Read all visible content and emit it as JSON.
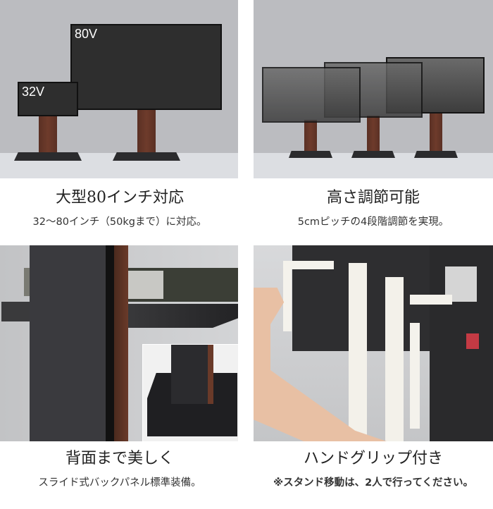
{
  "features": [
    {
      "title": "大型80インチ対応",
      "subtitle": "32〜80インチ（50kgまで）に対応。",
      "image": {
        "type": "illustration",
        "labels": [
          "32V",
          "80V"
        ]
      }
    },
    {
      "title": "高さ調節可能",
      "subtitle": "5cmピッチの4段階調節を実現。",
      "image": {
        "type": "illustration",
        "tv_positions": 3
      }
    },
    {
      "title": "背面まで美しく",
      "subtitle": "スライド式バックパネル標準装備。",
      "image": {
        "type": "photo",
        "description": "back panel with shelf and cable management, inset of base"
      }
    },
    {
      "title": "ハンドグリップ付き",
      "subtitle": "※スタンド移動は、2人で行ってください。",
      "image": {
        "type": "photo",
        "description": "hands gripping white stand handles behind TV"
      }
    }
  ],
  "colors": {
    "wall": "#bbbcc0",
    "floor": "#dcdee2",
    "tv": "#2e2e2e",
    "wood": "#6e3b2b",
    "base": "#2b2b2d"
  }
}
